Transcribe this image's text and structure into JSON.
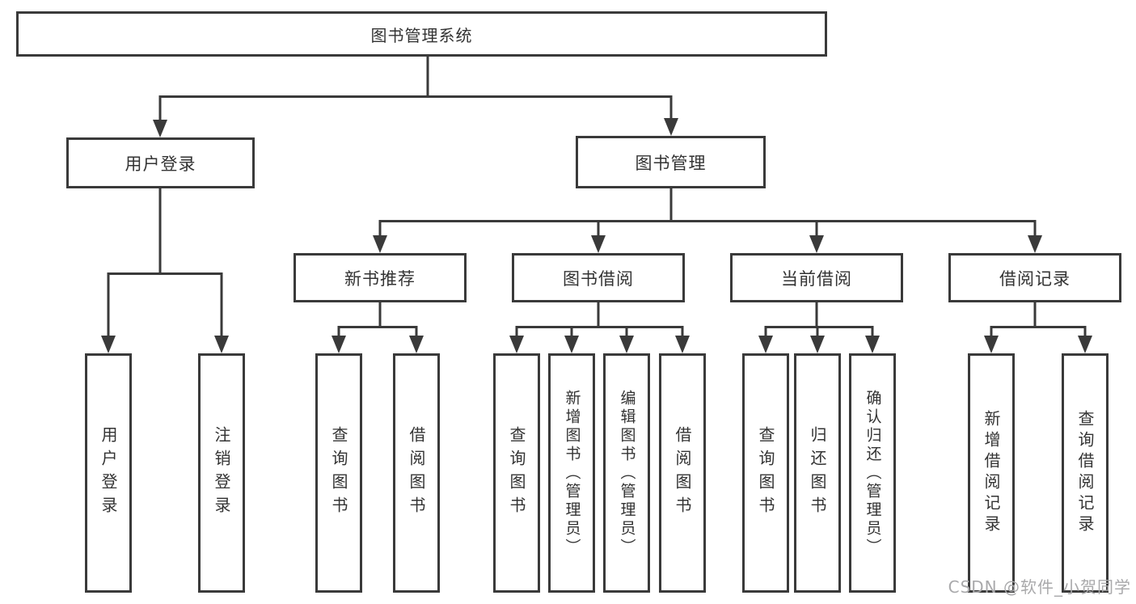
{
  "diagram": {
    "nodes": {
      "root": "图书管理系统",
      "user_login": "用户登录",
      "book_mgmt": "图书管理",
      "new_books": "新书推荐",
      "book_borrow": "图书借阅",
      "current_borrow": "当前借阅",
      "borrow_records": "借阅记录",
      "leaf_user_login": "用户登录",
      "leaf_logout": "注销登录",
      "leaf_nb_query": "查询图书",
      "leaf_nb_borrow": "借阅图书",
      "leaf_bb_query": "查询图书",
      "leaf_bb_add": "新增图书（管理员）",
      "leaf_bb_edit": "编辑图书（管理员）",
      "leaf_bb_borrow": "借阅图书",
      "leaf_cb_query": "查询图书",
      "leaf_cb_return": "归还图书",
      "leaf_cb_confirm": "确认归还（管理员）",
      "leaf_br_add": "新增借阅记录",
      "leaf_br_query": "查询借阅记录"
    },
    "watermark": "CSDN @软件_小贺同学",
    "colors": {
      "line": "#3a3a3a",
      "text": "#333333",
      "watermark": "#a9a9ab",
      "background": "#ffffff"
    }
  }
}
